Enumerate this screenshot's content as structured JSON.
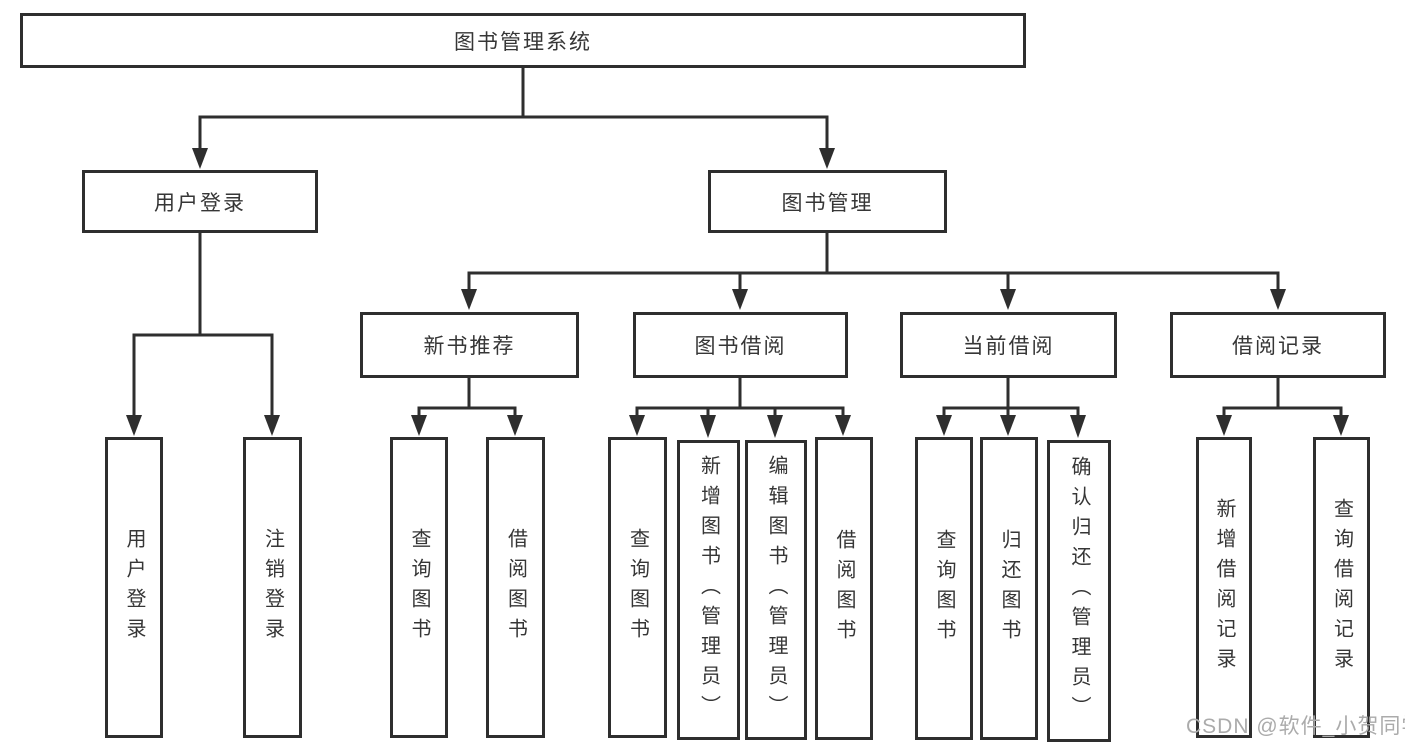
{
  "diagram": {
    "title": "图书管理系统",
    "watermark": "CSDN @软件_小贺同学",
    "colors": {
      "line": "#2e2e2e",
      "text": "#363636",
      "background": "#ffffff",
      "watermark": "#ababab"
    },
    "root": {
      "label": "图书管理系统"
    },
    "branches": [
      {
        "label": "用户登录",
        "children": [
          {
            "label": "用户登录"
          },
          {
            "label": "注销登录"
          }
        ]
      },
      {
        "label": "图书管理",
        "children": [
          {
            "label": "新书推荐",
            "children": [
              {
                "label": "查询图书"
              },
              {
                "label": "借阅图书"
              }
            ]
          },
          {
            "label": "图书借阅",
            "children": [
              {
                "label": "查询图书"
              },
              {
                "label": "新增图书（管理员）"
              },
              {
                "label": "编辑图书（管理员）"
              },
              {
                "label": "借阅图书"
              }
            ]
          },
          {
            "label": "当前借阅",
            "children": [
              {
                "label": "查询图书"
              },
              {
                "label": "归还图书"
              },
              {
                "label": "确认归还（管理员）"
              }
            ]
          },
          {
            "label": "借阅记录",
            "children": [
              {
                "label": "新增借阅记录"
              },
              {
                "label": "查询借阅记录"
              }
            ]
          }
        ]
      }
    ]
  }
}
